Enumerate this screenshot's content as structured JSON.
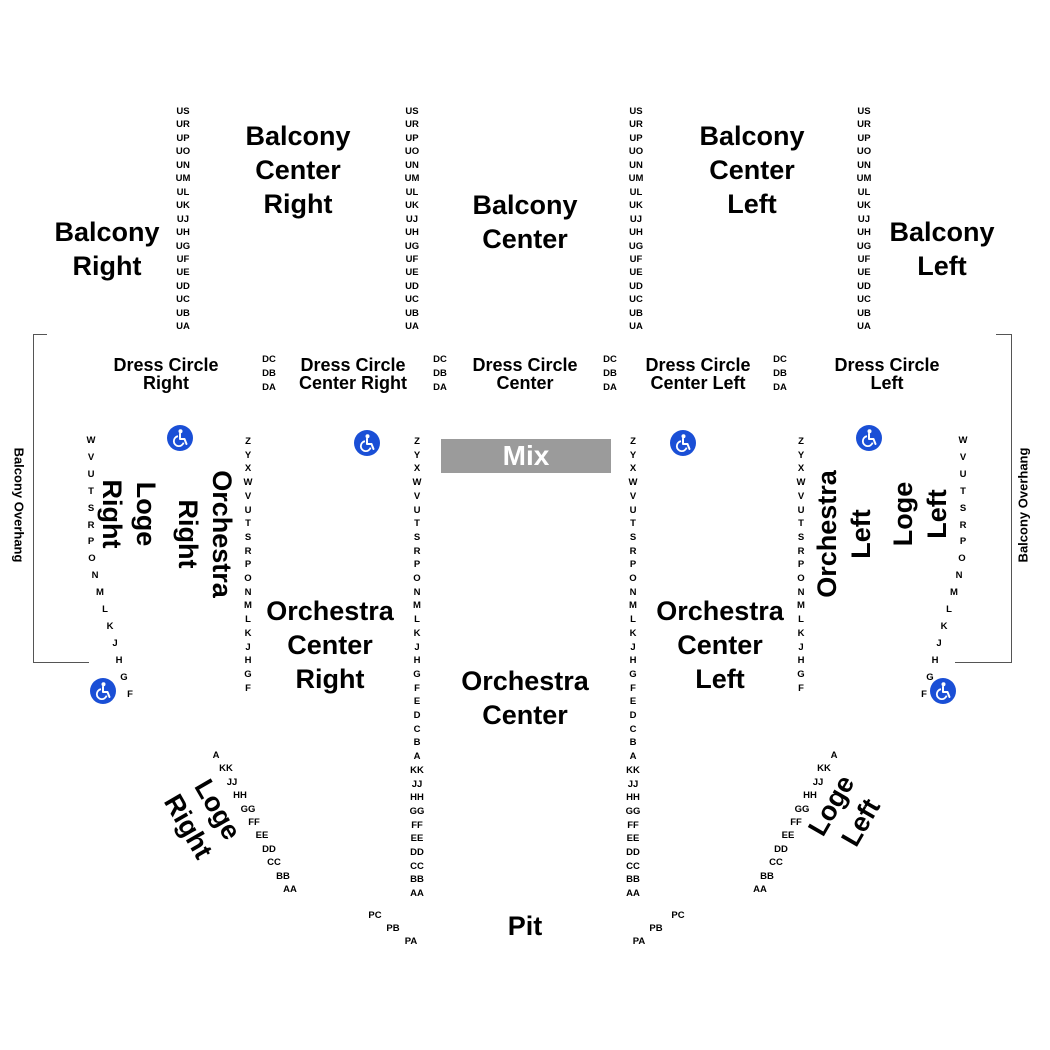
{
  "colors": {
    "mix_bg": "#9b9b9b",
    "accessible_icon": "#1a4fd6",
    "text": "#000000"
  },
  "sections": {
    "balcony_right": "Balcony\nRight",
    "balcony_center_right": "Balcony\nCenter\nRight",
    "balcony_center": "Balcony\nCenter",
    "balcony_center_left": "Balcony\nCenter\nLeft",
    "balcony_left": "Balcony\nLeft",
    "dress_circle_right": "Dress Circle\nRight",
    "dress_circle_center_right": "Dress Circle\nCenter Right",
    "dress_circle_center": "Dress Circle\nCenter",
    "dress_circle_center_left": "Dress Circle\nCenter Left",
    "dress_circle_left": "Dress Circle\nLeft",
    "mix": "Mix",
    "loge_right_upper": "Loge\nRight",
    "orchestra_right": "Orchestra\nRight",
    "orchestra_center_right": "Orchestra\nCenter\nRight",
    "orchestra_center": "Orchestra\nCenter",
    "orchestra_center_left": "Orchestra\nCenter\nLeft",
    "orchestra_left": "Orchestra\nLeft",
    "loge_left_upper": "Loge\nLeft",
    "loge_right_lower": "Loge\nRight",
    "loge_left_lower": "Loge\nLeft",
    "pit": "Pit",
    "balcony_overhang_left": "Balcony Overhang",
    "balcony_overhang_right": "Balcony Overhang"
  },
  "rows": {
    "balcony": [
      "US",
      "UR",
      "UP",
      "UO",
      "UN",
      "UM",
      "UL",
      "UK",
      "UJ",
      "UH",
      "UG",
      "UF",
      "UE",
      "UD",
      "UC",
      "UB",
      "UA"
    ],
    "dress_circle": [
      "DC",
      "DB",
      "DA"
    ],
    "orchestra_side": [
      "Z",
      "Y",
      "X",
      "W",
      "V",
      "U",
      "T",
      "S",
      "R",
      "P",
      "O",
      "N",
      "M",
      "L",
      "K",
      "J",
      "H",
      "G",
      "F"
    ],
    "orchestra_center": [
      "Z",
      "Y",
      "X",
      "W",
      "V",
      "U",
      "T",
      "S",
      "R",
      "P",
      "O",
      "N",
      "M",
      "L",
      "K",
      "J",
      "H",
      "G",
      "F",
      "E",
      "D",
      "C",
      "B",
      "A",
      "KK",
      "JJ",
      "HH",
      "GG",
      "FF",
      "EE",
      "DD",
      "CC",
      "BB",
      "AA"
    ],
    "loge_upper": [
      "W",
      "V",
      "U",
      "T",
      "S",
      "R",
      "P",
      "O",
      "N",
      "M",
      "L",
      "K",
      "J",
      "H",
      "G",
      "F"
    ],
    "loge_lower": [
      "A",
      "KK",
      "JJ",
      "HH",
      "GG",
      "FF",
      "EE",
      "DD",
      "CC",
      "BB",
      "AA"
    ],
    "pit_right": [
      "PC",
      "PB",
      "PA"
    ],
    "pit_left": [
      "PC",
      "PB",
      "PA"
    ]
  },
  "icons": {
    "accessible": "wheelchair-icon"
  }
}
